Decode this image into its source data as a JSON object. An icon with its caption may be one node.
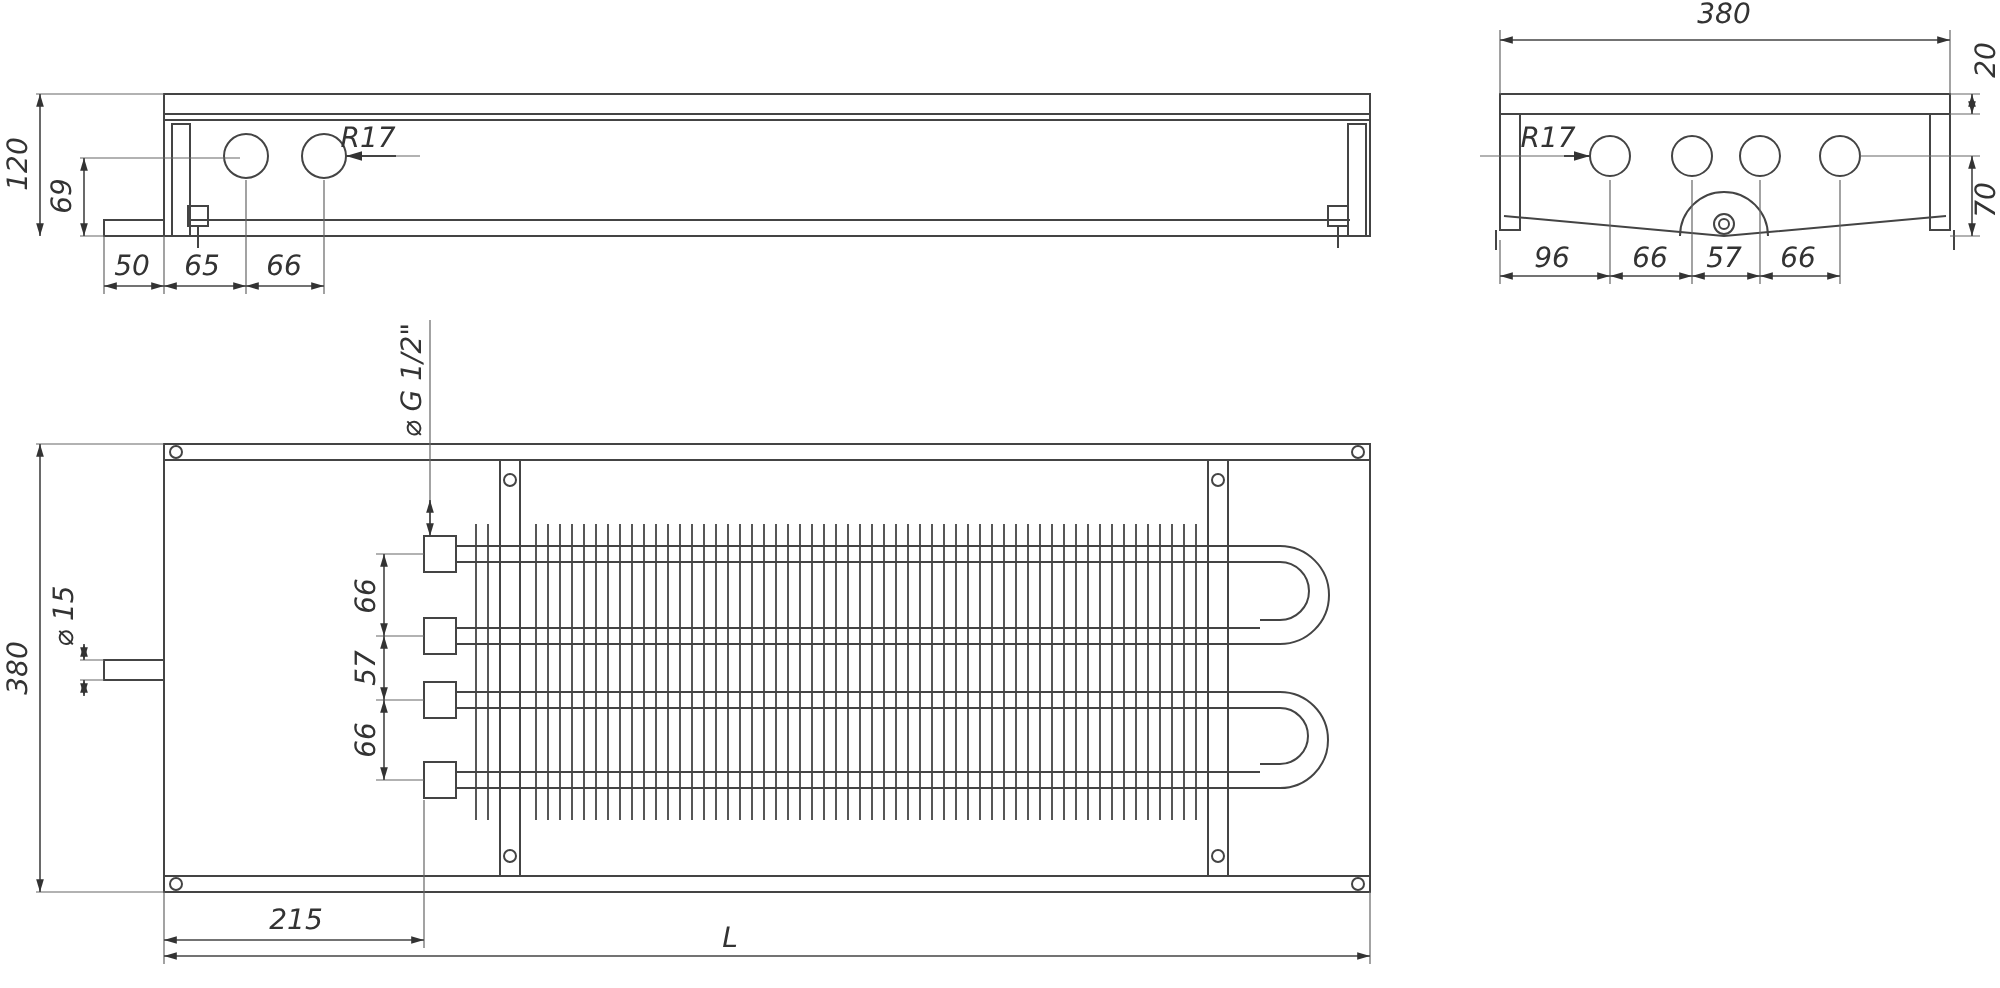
{
  "diagram": {
    "labels": [
      "380",
      "20",
      "120",
      "R17",
      "R17",
      "69",
      "70",
      "50",
      "65",
      "66",
      "96",
      "66",
      "57",
      "66",
      "⌀ G 1/2\"",
      "⌀ 15",
      "66",
      "57",
      "66",
      "380",
      "215",
      "L"
    ]
  }
}
